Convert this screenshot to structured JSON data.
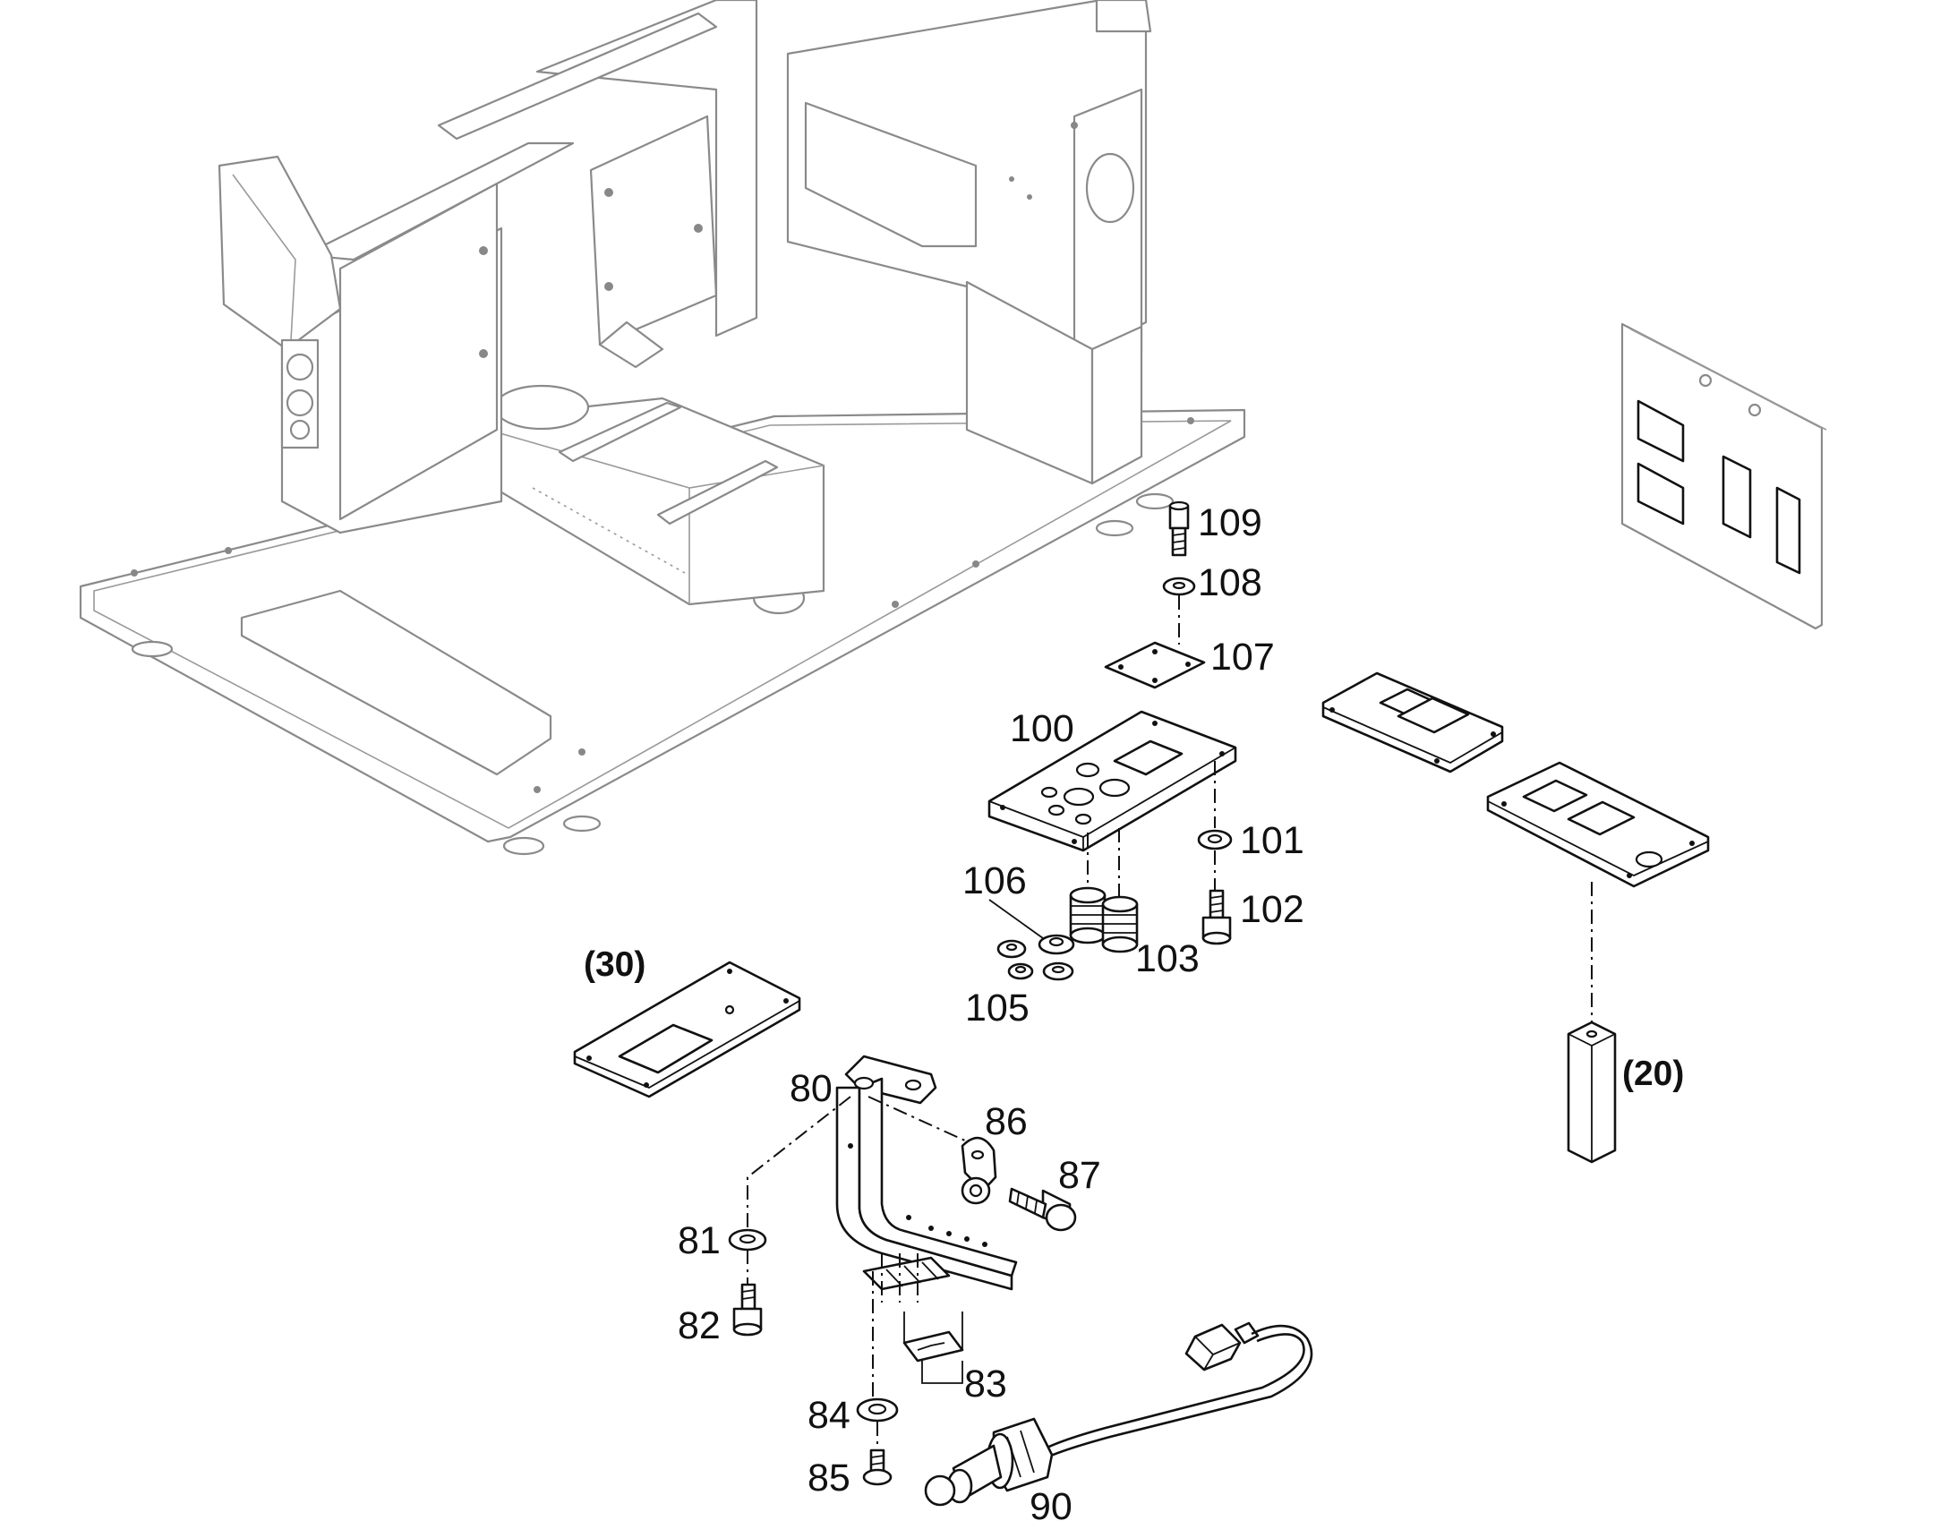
{
  "diagram": {
    "part_labels": {
      "p80": "80",
      "p81": "81",
      "p82": "82",
      "p83": "83",
      "p84": "84",
      "p85": "85",
      "p86": "86",
      "p87": "87",
      "p90": "90",
      "p100": "100",
      "p101": "101",
      "p102": "102",
      "p103": "103",
      "p105": "105",
      "p106": "106",
      "p107": "107",
      "p108": "108",
      "p109": "109"
    },
    "group_labels": {
      "g20": "(20)",
      "g30": "(30)"
    },
    "colors": {
      "line": "#111111",
      "machine_outline": "#8a8a8a",
      "background": "#ffffff"
    }
  }
}
